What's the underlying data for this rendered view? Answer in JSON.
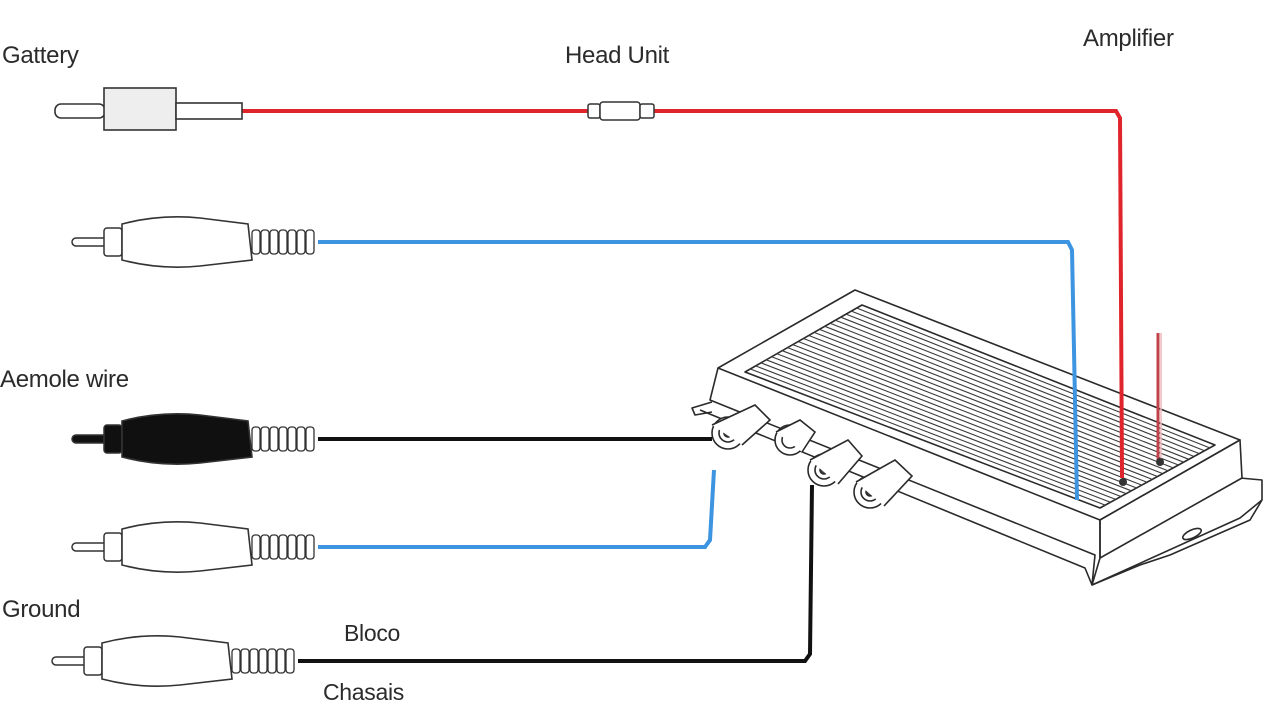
{
  "labels": {
    "battery": "Gattery",
    "head_unit": "Head Unit",
    "amplifier": "Amplifier",
    "remote_wire": "Aemole wire",
    "ground": "Ground",
    "bloco": "Bloco",
    "chassis": "Chasais"
  },
  "colors": {
    "power_wire": "#e0242c",
    "signal_wire": "#3d94e0",
    "remote_wire": "#111111",
    "ground_wire": "#111111",
    "amp_outline": "#2a2a2a",
    "connector_outline": "#333333",
    "remote_plug_body": "#101010"
  },
  "components": {
    "connector_icon": "rca-plug-icon",
    "amplifier_icon": "car-amplifier-icon",
    "fuse_icon": "inline-fuse-icon",
    "battery_terminal_icon": "battery-terminal-icon"
  }
}
